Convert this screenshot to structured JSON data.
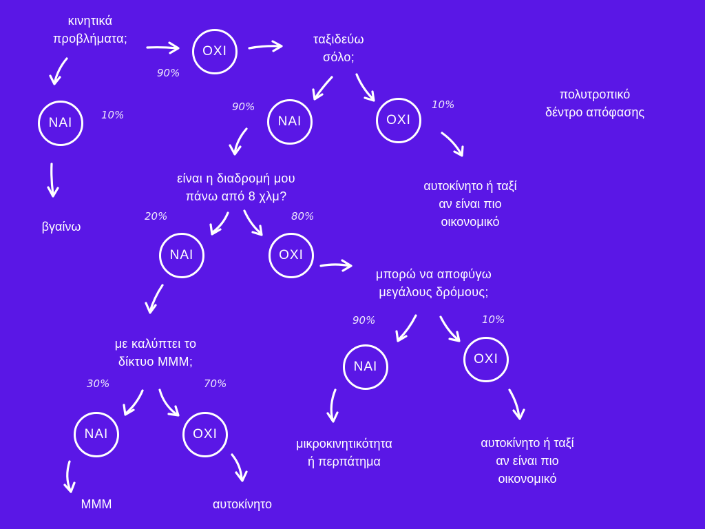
{
  "title": "πολυτροπικό\nδέντρο απόφασης",
  "questions": {
    "q1": "κινητικά\nπροβλήματα;",
    "q2": "ταξιδεύω\nσόλο;",
    "q3": "είναι η διαδρομή μου\nπάνω από 8 χλμ?",
    "q4": "μπορώ να αποφύγω\nμεγάλους δρόμους;",
    "q5": "με καλύπτει το\nδίκτυο ΜΜΜ;"
  },
  "nodes": {
    "yes": "ΝΑΙ",
    "no": "ΟΧΙ"
  },
  "percentages": {
    "q1_no": "90%",
    "q1_yes": "10%",
    "q2_yes": "90%",
    "q2_no": "10%",
    "q3_yes": "20%",
    "q3_no": "80%",
    "q4_yes": "90%",
    "q4_no": "10%",
    "q5_yes": "30%",
    "q5_no": "70%"
  },
  "leaves": {
    "exit": "βγαίνω",
    "car_taxi_1": "αυτοκίνητο ή ταξί\nαν είναι πιο\nοικονομικό",
    "micromobility": "μικροκινητικότητα\nή περπάτημα",
    "car_taxi_2": "αυτοκίνητο ή ταξί\nαν είναι πιο\nοικονομικό",
    "public_transport": "ΜΜΜ",
    "car": "αυτοκίνητο"
  },
  "colors": {
    "background": "#5a17e6",
    "foreground": "#ffffff"
  }
}
